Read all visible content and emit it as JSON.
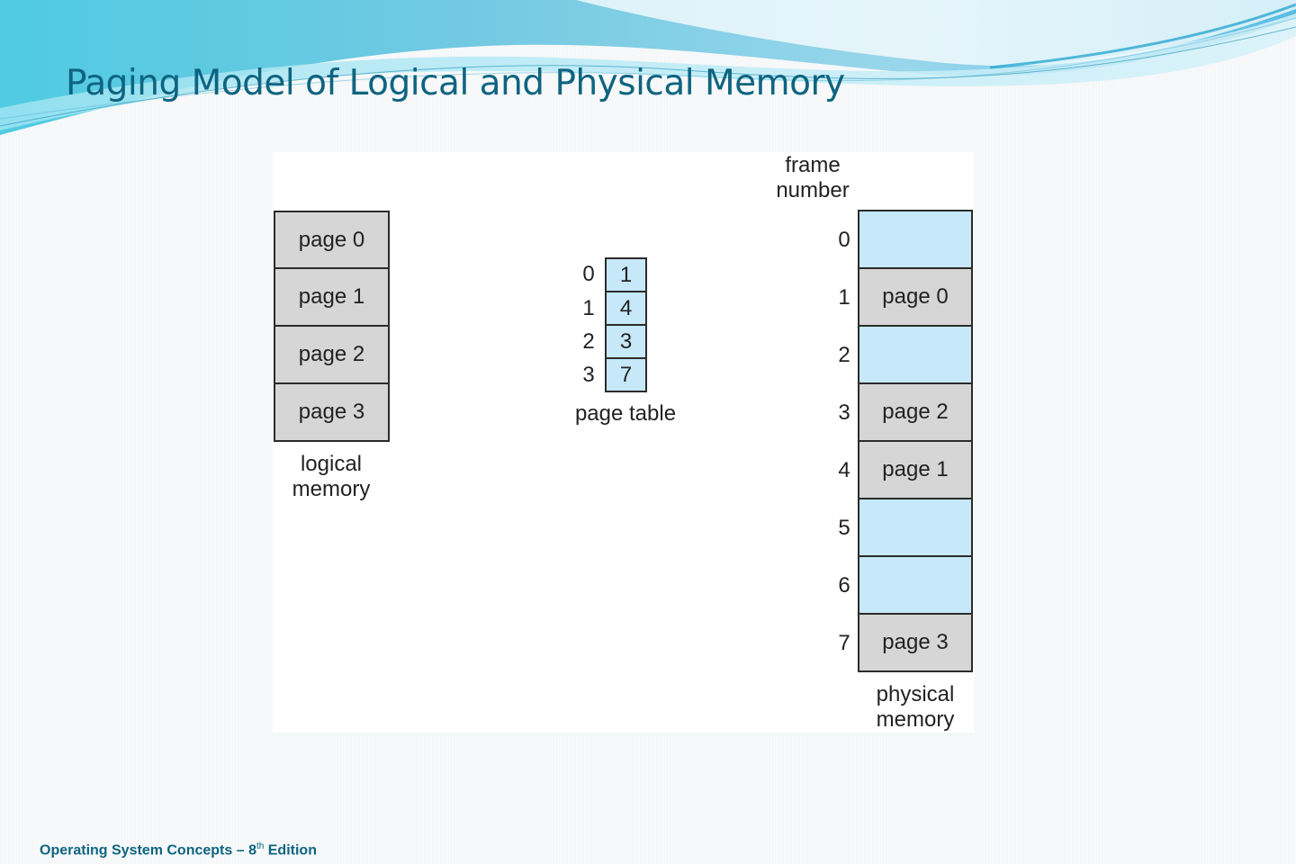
{
  "slide": {
    "title": "Paging Model of Logical and Physical Memory",
    "footer": {
      "prefix": "Operating System Concepts – 8",
      "superscript": "th",
      "suffix": " Edition"
    }
  },
  "diagram": {
    "logical_memory": {
      "caption_line1": "logical",
      "caption_line2": "memory",
      "pages": [
        "page 0",
        "page 1",
        "page 2",
        "page 3"
      ]
    },
    "page_table": {
      "caption": "page table",
      "rows": [
        {
          "index": "0",
          "frame": "1"
        },
        {
          "index": "1",
          "frame": "4"
        },
        {
          "index": "2",
          "frame": "3"
        },
        {
          "index": "3",
          "frame": "7"
        }
      ]
    },
    "physical_memory": {
      "header_line1": "frame",
      "header_line2": "number",
      "caption_line1": "physical",
      "caption_line2": "memory",
      "frames": [
        {
          "number": "0",
          "content": ""
        },
        {
          "number": "1",
          "content": "page 0"
        },
        {
          "number": "2",
          "content": ""
        },
        {
          "number": "3",
          "content": "page 2"
        },
        {
          "number": "4",
          "content": "page 1"
        },
        {
          "number": "5",
          "content": ""
        },
        {
          "number": "6",
          "content": ""
        },
        {
          "number": "7",
          "content": "page 3"
        }
      ]
    },
    "colors": {
      "occupied_fill": "#d6d6d6",
      "free_fill": "#c6e8f8",
      "page_table_fill": "#c6e8f8",
      "title": "#0e6480"
    }
  }
}
